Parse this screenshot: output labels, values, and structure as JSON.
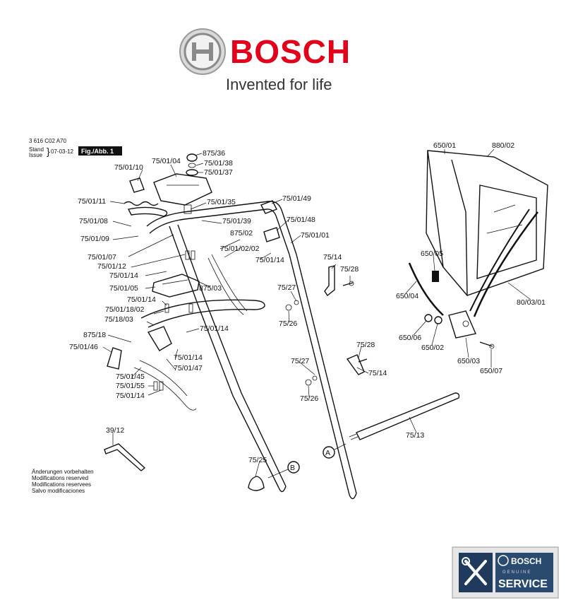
{
  "brand": {
    "name": "BOSCH",
    "tagline": "Invented for life"
  },
  "doc": {
    "number": "3 616 C02 A70",
    "stand": "Stand",
    "issue": "Issue",
    "date": "07-03-12",
    "figure": "Fig./Abb. 1"
  },
  "notice": [
    "Änderungen vorbehalten",
    "Modifications reserved",
    "Modifications reservees",
    "Salvo modificaciones"
  ],
  "callouts": {
    "a": "A",
    "b": "B"
  },
  "parts": [
    "875/36",
    "75/01/38",
    "75/01/37",
    "75/01/10",
    "75/01/04",
    "75/01/11",
    "75/01/35",
    "75/01/49",
    "75/01/08",
    "75/01/39",
    "75/01/48",
    "75/01/09",
    "875/02",
    "75/01/01",
    "75/01/02/02",
    "75/01/07",
    "75/01/12",
    "75/01/14",
    "75/01/14",
    "75/14",
    "75/28",
    "75/01/05",
    "875/03",
    "75/27",
    "75/01/14",
    "75/26",
    "75/01/18/02",
    "75/18/03",
    "75/01/14",
    "875/18",
    "75/01/46",
    "75/01/14",
    "75/01/47",
    "75/28",
    "75/27",
    "75/14",
    "75/01/45",
    "75/01/55",
    "75/01/14",
    "75/26",
    "75/13",
    "39/12",
    "75/25",
    "650/01",
    "880/02",
    "650/05",
    "650/04",
    "80/03/01",
    "650/06",
    "650/02",
    "650/03",
    "650/07"
  ],
  "service_badge": {
    "brand": "BOSCH",
    "sub": "GENUINE",
    "label": "SERVICE",
    "tool_icon": "wrench-screwdriver-icon"
  },
  "colors": {
    "brand_red": "#e2001a",
    "badge_bg": "#1f3a5c"
  }
}
